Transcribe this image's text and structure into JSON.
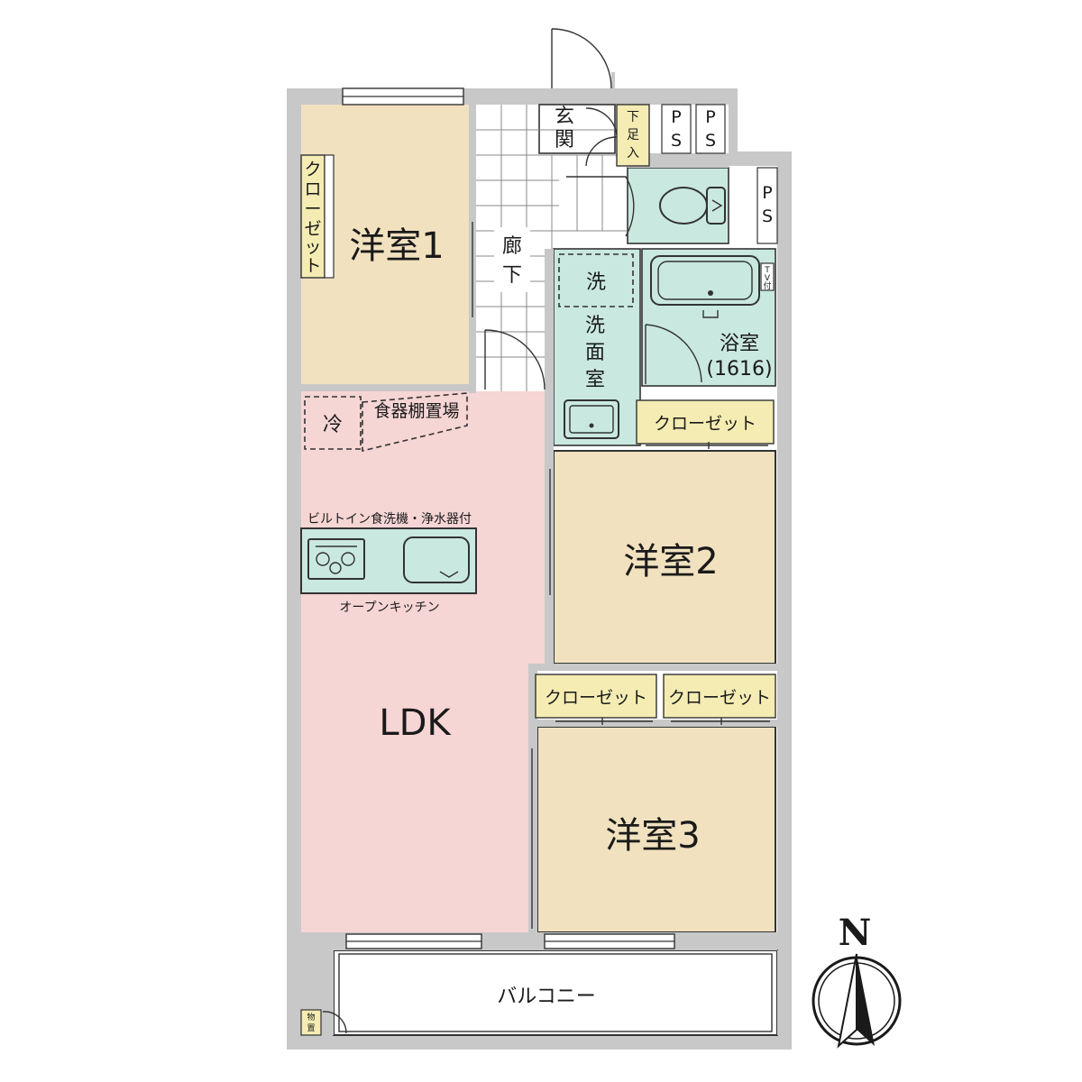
{
  "colors": {
    "wall": "#c8c8c8",
    "western_room": "#f1e1bf",
    "ldk": "#f6d5d5",
    "wet_area": "#c9e8e0",
    "closet": "#f4ecb2",
    "corridor_tile": "#ffffff",
    "balcony": "#ffffff"
  },
  "rooms": {
    "western1": "洋室1",
    "western2": "洋室2",
    "western3": "洋室3",
    "ldk": "LDK",
    "corridor": [
      "廊",
      "下"
    ],
    "entrance": [
      "玄",
      "関"
    ],
    "shoe_box": [
      "下",
      "足",
      "入"
    ],
    "washroom": [
      "洗",
      "面",
      "室"
    ],
    "washer": "洗",
    "bath": [
      "浴室",
      "(1616)"
    ],
    "tv": [
      "T",
      "V",
      "付"
    ],
    "balcony": "バルコニー",
    "storage": [
      "物",
      "置"
    ],
    "fridge": "冷",
    "cupboard": "食器棚置場",
    "kitchen_note": "ビルトイン食洗機・浄水器付",
    "kitchen": "オープンキッチン"
  },
  "closets": {
    "west": [
      "ク",
      "ロ",
      "ー",
      "ゼ",
      "ッ",
      "ト"
    ],
    "east": "クローゼット",
    "room2_left": "クローゼット",
    "room2_right": "クローゼット"
  },
  "pipe_shaft": [
    "P",
    "S"
  ],
  "compass": "N"
}
